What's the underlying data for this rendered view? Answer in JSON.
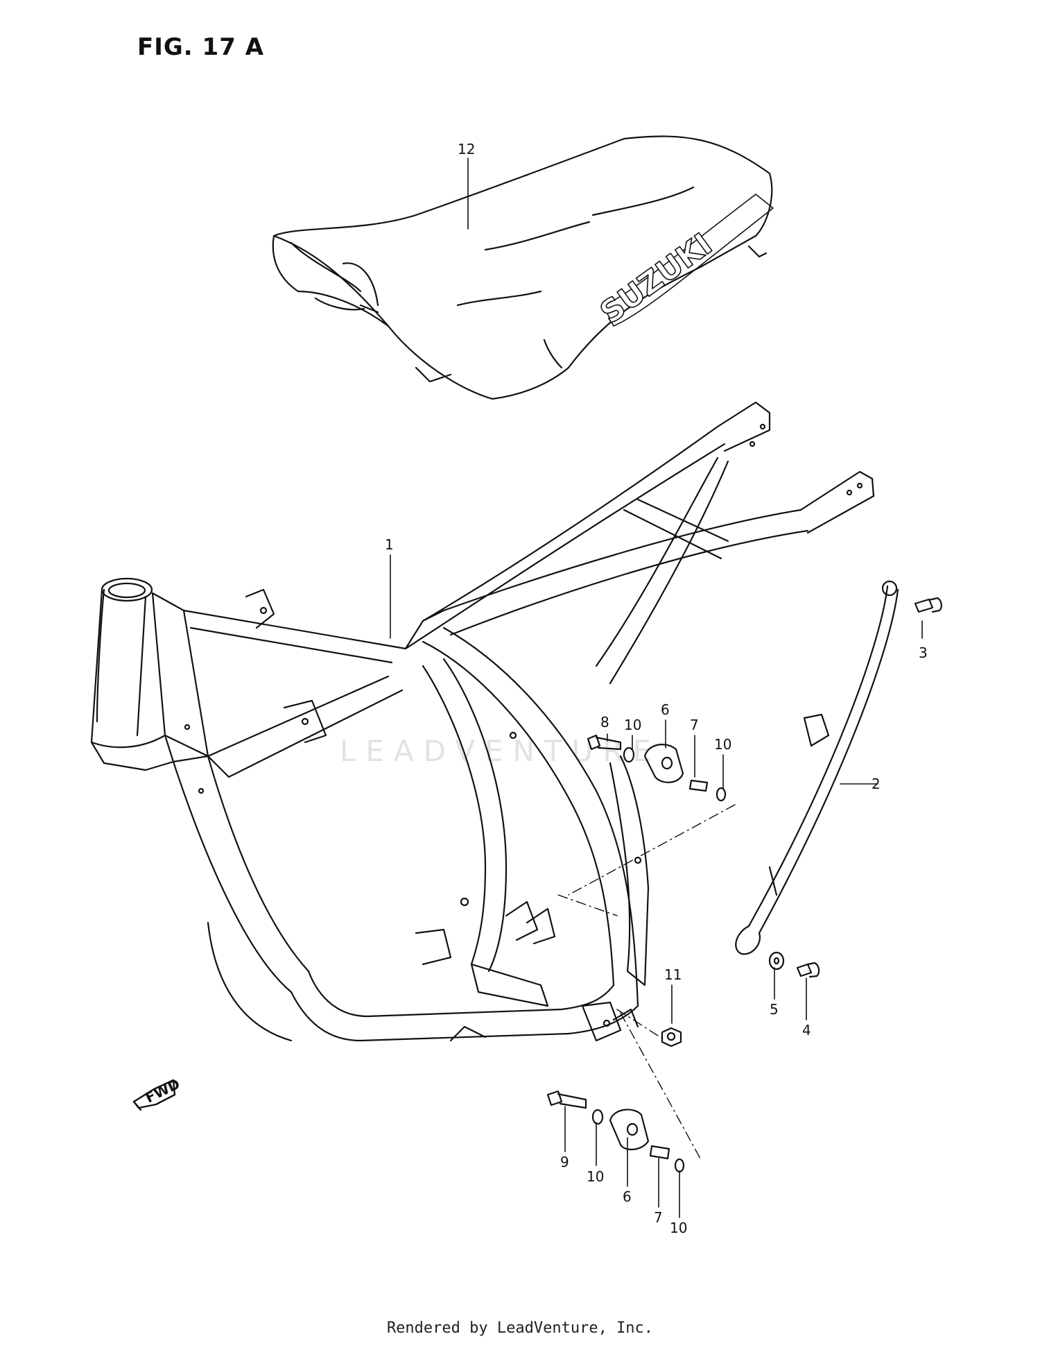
{
  "figure": {
    "title": "FIG. 17 A"
  },
  "seat_brand": "SUZUKI",
  "fwd_arrow_label": "FWD",
  "watermark": "LEADVENTURE",
  "footer": "Rendered by LeadVenture, Inc.",
  "callouts": {
    "c1": "1",
    "c2": "2",
    "c3": "3",
    "c4": "4",
    "c5": "5",
    "c6a": "6",
    "c6b": "6",
    "c7a": "7",
    "c7b": "7",
    "c8": "8",
    "c9": "9",
    "c10a": "10",
    "c10b": "10",
    "c10c": "10",
    "c10d": "10",
    "c11": "11",
    "c12": "12"
  }
}
